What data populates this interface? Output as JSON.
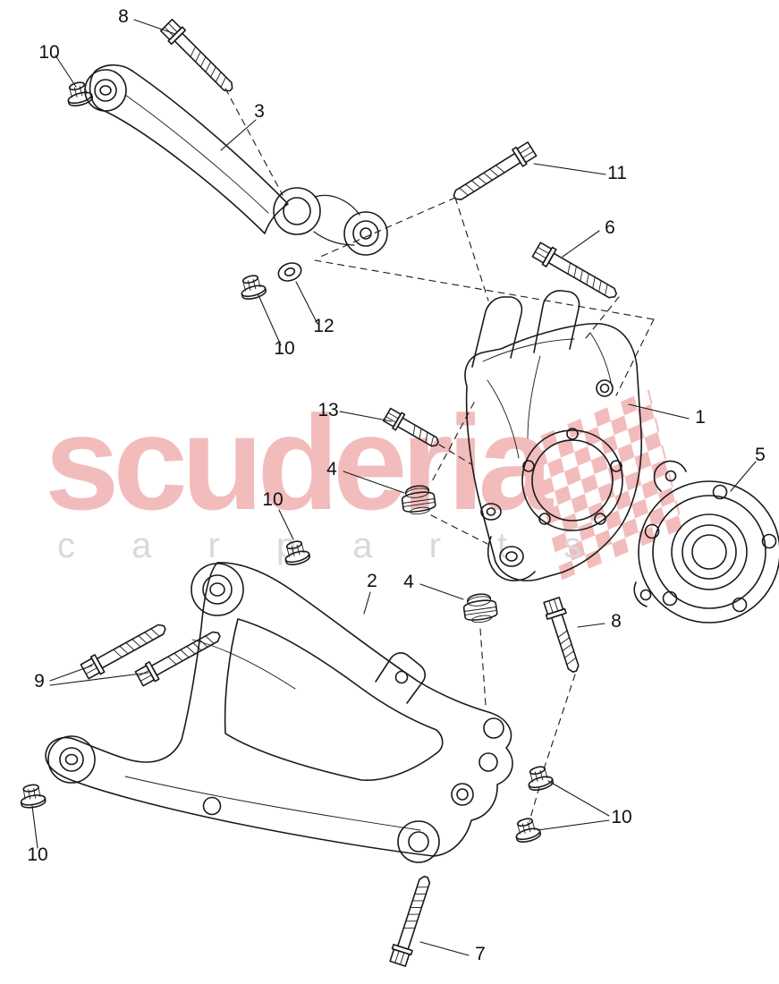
{
  "watermark": {
    "brand": "scuderia",
    "tagline": "c a r   p a r t s",
    "brand_color": "#f3bcbc",
    "tagline_color": "#d9d9d9"
  },
  "diagram": {
    "description": "Exploded parts diagram: rear suspension knuckle, upper and lower control arms, wheel hub bearing with numbered callouts",
    "line_color": "#1a1a1a"
  },
  "callouts": [
    {
      "label": "8"
    },
    {
      "label": "10"
    },
    {
      "label": "3"
    },
    {
      "label": "11"
    },
    {
      "label": "6"
    },
    {
      "label": "12"
    },
    {
      "label": "10"
    },
    {
      "label": "13"
    },
    {
      "label": "1"
    },
    {
      "label": "5"
    },
    {
      "label": "4"
    },
    {
      "label": "10"
    },
    {
      "label": "2"
    },
    {
      "label": "4"
    },
    {
      "label": "8"
    },
    {
      "label": "9"
    },
    {
      "label": "10"
    },
    {
      "label": "10"
    },
    {
      "label": "7"
    }
  ]
}
